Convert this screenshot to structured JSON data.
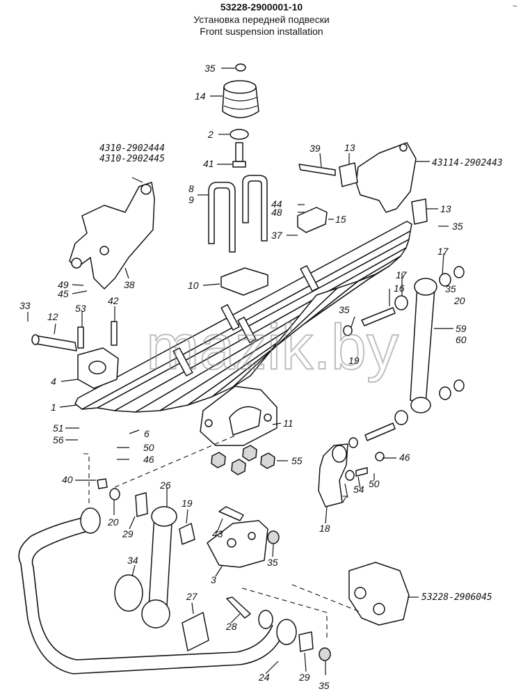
{
  "header": {
    "part_number": "53228-2900001-10",
    "title_ru": "Установка передней подвески",
    "title_en": "Front suspension installation",
    "corner_mark": "~"
  },
  "watermark": "mazik.by",
  "assembly_codes": {
    "bracket_front_a": "4310-2902444",
    "bracket_front_b": "4310-2902445",
    "bracket_rear": "43114-2902443",
    "bracket_stabilizer": "53228-2906045"
  },
  "callouts": {
    "n1": "1",
    "n2": "2",
    "n3": "3",
    "n4": "4",
    "n6": "6",
    "n7": "7",
    "n8": "8",
    "n9": "9",
    "n10": "10",
    "n11": "11",
    "n12": "12",
    "n13a": "13",
    "n13b": "13",
    "n14": "14",
    "n15": "15",
    "n16": "16",
    "n17a": "17",
    "n17b": "17",
    "n18": "18",
    "n19a": "19",
    "n19b": "19",
    "n20a": "20",
    "n20b": "20",
    "n24": "24",
    "n26": "26",
    "n27": "27",
    "n28": "28",
    "n29a": "29",
    "n29b": "29",
    "n33": "33",
    "n34": "34",
    "n35a": "35",
    "n35b": "35",
    "n35c": "35",
    "n35d": "35",
    "n35e": "35",
    "n35f": "35",
    "n37": "37",
    "n38": "38",
    "n39": "39",
    "n40": "40",
    "n41": "41",
    "n42": "42",
    "n43": "43",
    "n44": "44",
    "n45": "45",
    "n46a": "46",
    "n46b": "46",
    "n48": "48",
    "n49": "49",
    "n50a": "50",
    "n50b": "50",
    "n51": "51",
    "n53": "53",
    "n54": "54",
    "n55": "55",
    "n56": "56",
    "n59": "59",
    "n60": "60"
  }
}
